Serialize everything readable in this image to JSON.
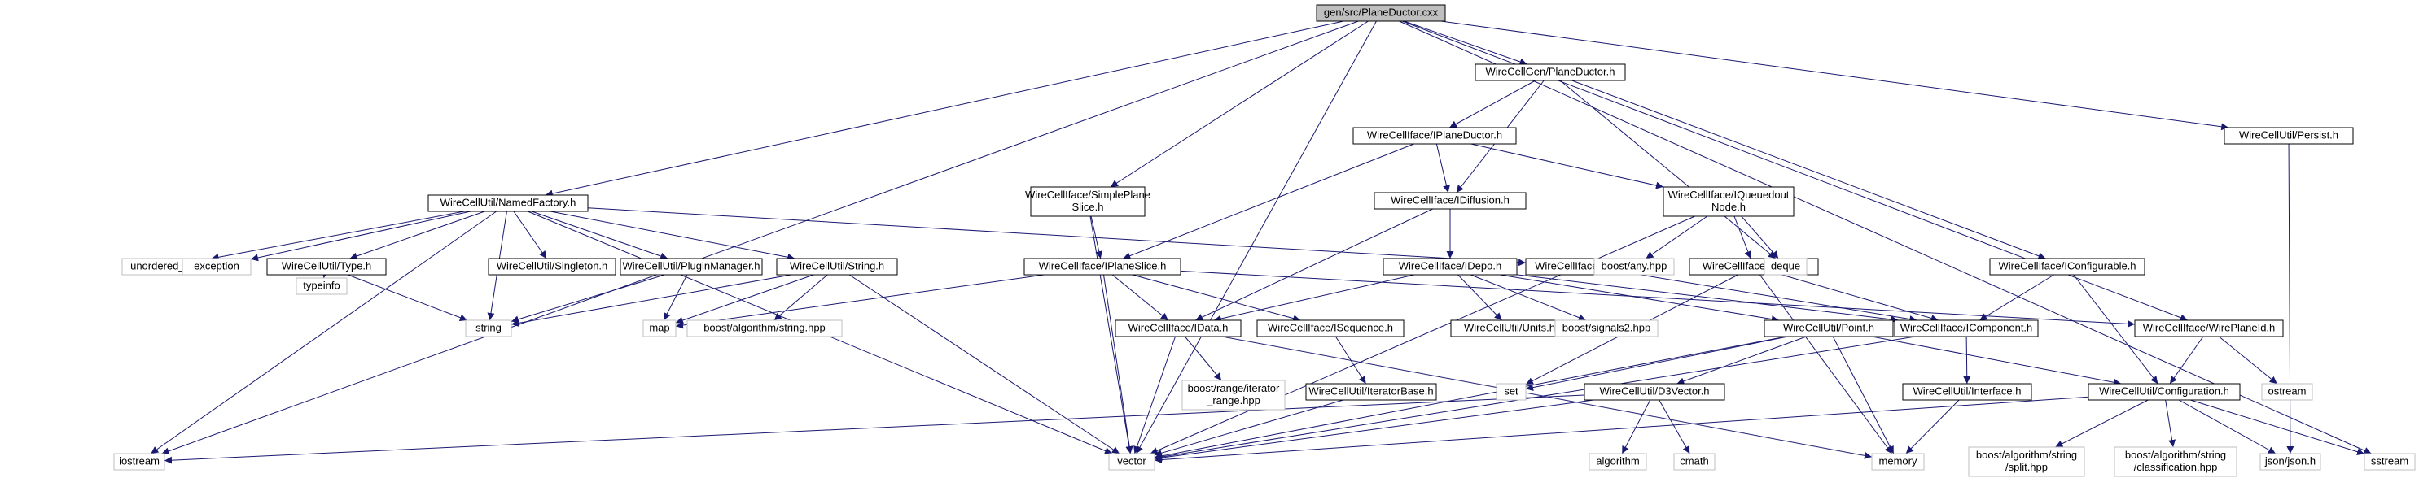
{
  "diagram": {
    "title": "",
    "colors": {
      "edge": "#191970",
      "root_fill": "#bfbfbf",
      "local_border": "#000000",
      "system_border": "#bfbfbf",
      "text": "#000000"
    },
    "nodes": [
      {
        "id": "root",
        "kind": "root",
        "lines": [
          "gen/src/PlaneDuctor.cxx"
        ]
      },
      {
        "id": "pdh",
        "kind": "local",
        "lines": [
          "WireCellGen/PlaneDuctor.h"
        ]
      },
      {
        "id": "nf",
        "kind": "local",
        "lines": [
          "WireCellUtil/NamedFactory.h"
        ]
      },
      {
        "id": "sps",
        "kind": "local",
        "lines": [
          "WireCellIface/SimplePlane",
          "Slice.h"
        ]
      },
      {
        "id": "ipd",
        "kind": "local",
        "lines": [
          "WireCellIface/IPlaneDuctor.h"
        ]
      },
      {
        "id": "idiff",
        "kind": "local",
        "lines": [
          "WireCellIface/IDiffusion.h"
        ]
      },
      {
        "id": "iqn",
        "kind": "local",
        "lines": [
          "WireCellIface/IQueuedout",
          "Node.h"
        ]
      },
      {
        "id": "persist",
        "kind": "local",
        "lines": [
          "WireCellUtil/Persist.h"
        ]
      },
      {
        "id": "uomap",
        "kind": "system",
        "lines": [
          "unordered_map"
        ]
      },
      {
        "id": "exc",
        "kind": "system",
        "lines": [
          "exception"
        ]
      },
      {
        "id": "type",
        "kind": "local",
        "lines": [
          "WireCellUtil/Type.h"
        ]
      },
      {
        "id": "single",
        "kind": "local",
        "lines": [
          "WireCellUtil/Singleton.h"
        ]
      },
      {
        "id": "pm",
        "kind": "local",
        "lines": [
          "WireCellUtil/PluginManager.h"
        ]
      },
      {
        "id": "str",
        "kind": "local",
        "lines": [
          "WireCellUtil/String.h"
        ]
      },
      {
        "id": "ips",
        "kind": "local",
        "lines": [
          "WireCellIface/IPlaneSlice.h"
        ]
      },
      {
        "id": "idepo",
        "kind": "local",
        "lines": [
          "WireCellIface/IDepo.h"
        ]
      },
      {
        "id": "ifac",
        "kind": "local",
        "lines": [
          "WireCellIface/IFactory.h"
        ]
      },
      {
        "id": "inode",
        "kind": "local",
        "lines": [
          "WireCellIface/INode.h"
        ]
      },
      {
        "id": "anyhpp",
        "kind": "system",
        "lines": [
          "boost/any.hpp"
        ]
      },
      {
        "id": "deque",
        "kind": "system",
        "lines": [
          "deque"
        ]
      },
      {
        "id": "iconf",
        "kind": "local",
        "lines": [
          "WireCellIface/IConfigurable.h"
        ]
      },
      {
        "id": "typeinfo",
        "kind": "system",
        "lines": [
          "typeinfo"
        ]
      },
      {
        "id": "string",
        "kind": "system",
        "lines": [
          "string"
        ]
      },
      {
        "id": "map",
        "kind": "system",
        "lines": [
          "map"
        ]
      },
      {
        "id": "bstr",
        "kind": "system",
        "lines": [
          "boost/algorithm/string.hpp"
        ]
      },
      {
        "id": "idata",
        "kind": "local",
        "lines": [
          "WireCellIface/IData.h"
        ]
      },
      {
        "id": "iseq",
        "kind": "local",
        "lines": [
          "WireCellIface/ISequence.h"
        ]
      },
      {
        "id": "units",
        "kind": "local",
        "lines": [
          "WireCellUtil/Units.h"
        ]
      },
      {
        "id": "sig2",
        "kind": "system",
        "lines": [
          "boost/signals2.hpp"
        ]
      },
      {
        "id": "point",
        "kind": "local",
        "lines": [
          "WireCellUtil/Point.h"
        ]
      },
      {
        "id": "icomp",
        "kind": "local",
        "lines": [
          "WireCellIface/IComponent.h"
        ]
      },
      {
        "id": "wpid",
        "kind": "local",
        "lines": [
          "WireCellIface/WirePlaneId.h"
        ]
      },
      {
        "id": "ostream",
        "kind": "system",
        "lines": [
          "ostream"
        ]
      },
      {
        "id": "range",
        "kind": "system",
        "lines": [
          "boost/range/iterator",
          "_range.hpp"
        ]
      },
      {
        "id": "itb",
        "kind": "local",
        "lines": [
          "WireCellUtil/IteratorBase.h"
        ]
      },
      {
        "id": "set",
        "kind": "system",
        "lines": [
          "set"
        ]
      },
      {
        "id": "d3v",
        "kind": "local",
        "lines": [
          "WireCellUtil/D3Vector.h"
        ]
      },
      {
        "id": "iface",
        "kind": "local",
        "lines": [
          "WireCellUtil/Interface.h"
        ]
      },
      {
        "id": "cfg",
        "kind": "local",
        "lines": [
          "WireCellUtil/Configuration.h"
        ]
      },
      {
        "id": "iostream",
        "kind": "system",
        "lines": [
          "iostream"
        ]
      },
      {
        "id": "vector",
        "kind": "system",
        "lines": [
          "vector"
        ]
      },
      {
        "id": "algo",
        "kind": "system",
        "lines": [
          "algorithm"
        ]
      },
      {
        "id": "cmath",
        "kind": "system",
        "lines": [
          "cmath"
        ]
      },
      {
        "id": "memory",
        "kind": "system",
        "lines": [
          "memory"
        ]
      },
      {
        "id": "bsplit",
        "kind": "system",
        "lines": [
          "boost/algorithm/string",
          "/split.hpp"
        ]
      },
      {
        "id": "bclass",
        "kind": "system",
        "lines": [
          "boost/algorithm/string",
          "/classification.hpp"
        ]
      },
      {
        "id": "json",
        "kind": "system",
        "lines": [
          "json/json.h"
        ]
      },
      {
        "id": "sstream",
        "kind": "system",
        "lines": [
          "sstream"
        ]
      }
    ],
    "edges": [
      [
        "root",
        "pdh"
      ],
      [
        "root",
        "nf"
      ],
      [
        "root",
        "sps"
      ],
      [
        "root",
        "persist"
      ],
      [
        "root",
        "iostream"
      ],
      [
        "root",
        "vector"
      ],
      [
        "root",
        "sstream"
      ],
      [
        "root",
        "wpid"
      ],
      [
        "pdh",
        "ipd"
      ],
      [
        "pdh",
        "idiff"
      ],
      [
        "pdh",
        "deque"
      ],
      [
        "pdh",
        "iconf"
      ],
      [
        "ipd",
        "ips"
      ],
      [
        "ipd",
        "idiff"
      ],
      [
        "ipd",
        "iqn"
      ],
      [
        "nf",
        "uomap"
      ],
      [
        "nf",
        "exc"
      ],
      [
        "nf",
        "type"
      ],
      [
        "nf",
        "single"
      ],
      [
        "nf",
        "pm"
      ],
      [
        "nf",
        "str"
      ],
      [
        "nf",
        "ifac"
      ],
      [
        "nf",
        "string"
      ],
      [
        "nf",
        "iostream"
      ],
      [
        "nf",
        "vector"
      ],
      [
        "sps",
        "ips"
      ],
      [
        "sps",
        "vector"
      ],
      [
        "idiff",
        "idepo"
      ],
      [
        "idiff",
        "idata"
      ],
      [
        "iqn",
        "inode"
      ],
      [
        "iqn",
        "anyhpp"
      ],
      [
        "iqn",
        "deque"
      ],
      [
        "iqn",
        "vector"
      ],
      [
        "persist",
        "json"
      ],
      [
        "type",
        "typeinfo"
      ],
      [
        "type",
        "string"
      ],
      [
        "pm",
        "string"
      ],
      [
        "pm",
        "map"
      ],
      [
        "str",
        "string"
      ],
      [
        "str",
        "map"
      ],
      [
        "str",
        "bstr"
      ],
      [
        "str",
        "vector"
      ],
      [
        "ips",
        "idata"
      ],
      [
        "ips",
        "iseq"
      ],
      [
        "ips",
        "wpid"
      ],
      [
        "ips",
        "vector"
      ],
      [
        "ips",
        "map"
      ],
      [
        "idepo",
        "idata"
      ],
      [
        "idepo",
        "units"
      ],
      [
        "idepo",
        "sig2"
      ],
      [
        "idepo",
        "point"
      ],
      [
        "idepo",
        "icomp"
      ],
      [
        "ifac",
        "icomp"
      ],
      [
        "inode",
        "icomp"
      ],
      [
        "inode",
        "set"
      ],
      [
        "inode",
        "memory"
      ],
      [
        "iconf",
        "icomp"
      ],
      [
        "iconf",
        "cfg"
      ],
      [
        "idata",
        "range"
      ],
      [
        "idata",
        "vector"
      ],
      [
        "idata",
        "memory"
      ],
      [
        "iseq",
        "itb"
      ],
      [
        "point",
        "d3v"
      ],
      [
        "point",
        "set"
      ],
      [
        "point",
        "vector"
      ],
      [
        "point",
        "memory"
      ],
      [
        "point",
        "cfg"
      ],
      [
        "icomp",
        "iface"
      ],
      [
        "icomp",
        "vector"
      ],
      [
        "wpid",
        "cfg"
      ],
      [
        "wpid",
        "ostream"
      ],
      [
        "itb",
        "vector"
      ],
      [
        "d3v",
        "vector"
      ],
      [
        "d3v",
        "algo"
      ],
      [
        "d3v",
        "cmath"
      ],
      [
        "d3v",
        "iostream"
      ],
      [
        "iface",
        "memory"
      ],
      [
        "cfg",
        "bsplit"
      ],
      [
        "cfg",
        "bclass"
      ],
      [
        "cfg",
        "json"
      ],
      [
        "cfg",
        "sstream"
      ],
      [
        "cfg",
        "vector"
      ]
    ]
  }
}
